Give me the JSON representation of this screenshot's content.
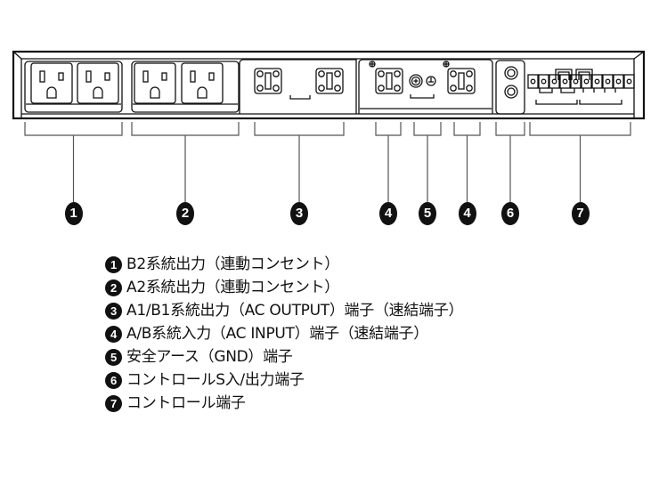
{
  "diagram": {
    "title": "Rear panel terminal layout",
    "callouts": [
      {
        "num": "1",
        "group": "outlet-group-b2"
      },
      {
        "num": "2",
        "group": "outlet-group-a2"
      },
      {
        "num": "3",
        "group": "ac-output-terminals"
      },
      {
        "num": "4",
        "group": "ac-input-terminal-a"
      },
      {
        "num": "5",
        "group": "gnd-terminal"
      },
      {
        "num": "4",
        "group": "ac-input-terminal-b"
      },
      {
        "num": "6",
        "group": "control-s-io"
      },
      {
        "num": "7",
        "group": "control-terminals"
      }
    ]
  },
  "legend": {
    "items": [
      {
        "num": "1",
        "text": "B2系統出力（連動コンセント）"
      },
      {
        "num": "2",
        "text": "A2系統出力（連動コンセント）"
      },
      {
        "num": "3",
        "text": "A1/B1系統出力（AC OUTPUT）端子（速結端子）"
      },
      {
        "num": "4",
        "text": "A/B系統入力（AC INPUT）端子（速結端子）"
      },
      {
        "num": "5",
        "text": "安全アース（GND）端子"
      },
      {
        "num": "6",
        "text": "コントロールS入/出力端子"
      },
      {
        "num": "7",
        "text": "コントロール端子"
      }
    ]
  }
}
